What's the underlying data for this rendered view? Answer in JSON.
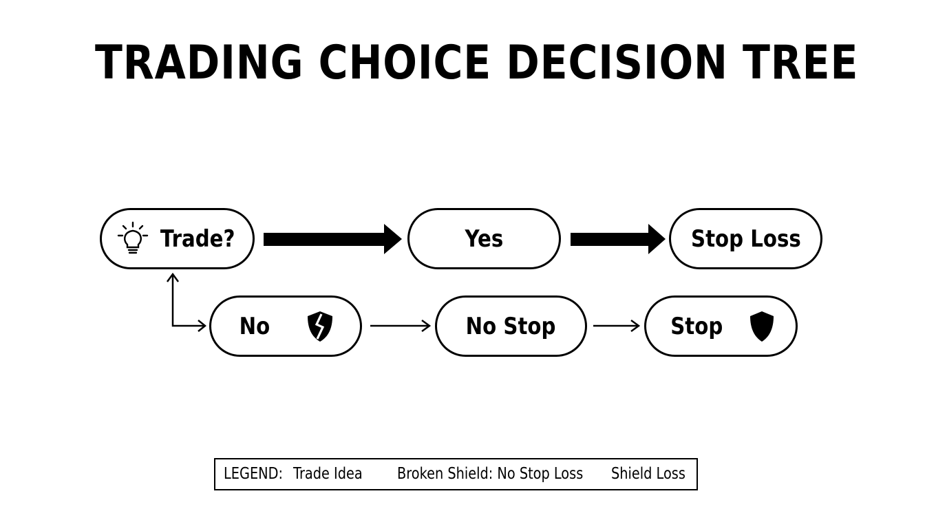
{
  "title": "TRADING CHOICE DECISION TREE",
  "nodes": {
    "trade": {
      "label": "Trade?",
      "icon": "lightbulb-icon"
    },
    "yes": {
      "label": "Yes"
    },
    "stop_loss": {
      "label": "Stop Loss"
    },
    "no": {
      "label": "No",
      "icon": "broken-shield-icon"
    },
    "no_stop": {
      "label": "No Stop"
    },
    "stop": {
      "label": "Stop",
      "icon": "shield-icon"
    }
  },
  "legend": {
    "heading": "LEGEND:",
    "items": [
      "Trade Idea",
      "Broken Shield: No Stop Loss",
      "Shield Loss"
    ]
  }
}
